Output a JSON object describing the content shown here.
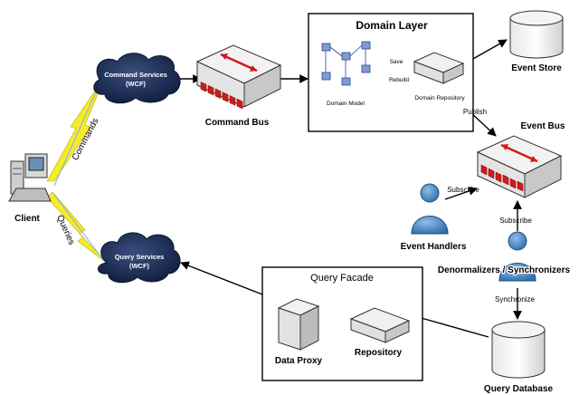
{
  "nodes": {
    "client": "Client",
    "command_services": [
      "Command Services",
      "(WCF)"
    ],
    "query_services": [
      "Query Services",
      "(WCF)"
    ],
    "command_bus": "Command Bus",
    "domain_layer": "Domain Layer",
    "domain_model": "Domain Model",
    "domain_repository": "Domain Repository",
    "event_store": "Event Store",
    "event_bus": "Event Bus",
    "event_handlers": "Event Handlers",
    "denormalizers": "Denormalizers / Synchronizers",
    "query_facade": "Query Facade",
    "data_proxy": "Data Proxy",
    "repository": "Repository",
    "query_database": "Query Database"
  },
  "edges": {
    "commands": "Commands",
    "queries": "Queries",
    "save": "Save",
    "rebuild": "Rebuild",
    "publish": "Publish",
    "subscribe_handlers": "Subscribe",
    "subscribe_denorm": "Subscribe",
    "synchronize": "Synchronize"
  }
}
